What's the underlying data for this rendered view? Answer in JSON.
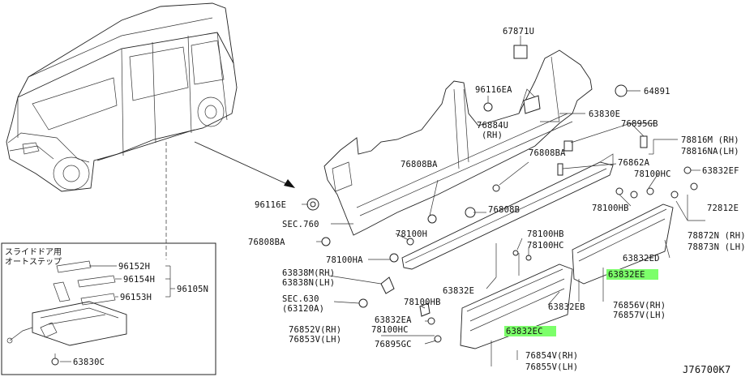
{
  "diagram_id": "J76700K7",
  "inset_title": [
    "スライドドア用",
    "オートステップ"
  ],
  "highlight_color": "#7cff6a",
  "labels": {
    "p67871U": "67871U",
    "p96116EA": "96116EA",
    "p64891": "64891",
    "p63830E": "63830E",
    "p76884U": "76884U",
    "p76884U_rh": "(RH)",
    "p76895GB": "76895GB",
    "p78816M": "78816M (RH)",
    "p78816NA": "78816NA(LH)",
    "p76808BA_a": "76808BA",
    "p76808BA_b": "76808BA",
    "p76862A": "76862A",
    "p78100HC_a": "78100HC",
    "p63832EF": "63832EF",
    "p96116E": "96116E",
    "p76808B": "76808B",
    "p78100HB_a": "78100HB",
    "p72812E": "72812E",
    "pSEC760": "SEC.760",
    "p78872N": "78872N (RH)",
    "p78873N": "78873N (LH)",
    "p76808BA_c": "76808BA",
    "p78100H": "78100H",
    "p78100HB_b": "78100HB",
    "p78100HC_b": "78100HC",
    "p63832ED": "63832ED",
    "p78100HA": "78100HA",
    "p63838M": "63838M(RH)",
    "p63838N": "63838N(LH)",
    "p63832EE": "63832EE",
    "p63832E": "63832E",
    "pSEC630": "SEC.630",
    "pSEC630b": "(63120A)",
    "p78100HB_c": "78100HB",
    "p63832EB": "63832EB",
    "p76856V": "76856V(RH)",
    "p76857V": "76857V(LH)",
    "p63832EA": "63832EA",
    "p76852V": "76852V(RH)",
    "p76853V": "76853V(LH)",
    "p78100HC_c": "78100HC",
    "p63832EC": "63832EC",
    "p76895GC": "76895GC",
    "p76854V": "76854V(RH)",
    "p76855V": "76855V(LH)",
    "p96152H": "96152H",
    "p96154H": "96154H",
    "p96105N": "96105N",
    "p96153H": "96153H",
    "p63830C": "63830C"
  }
}
